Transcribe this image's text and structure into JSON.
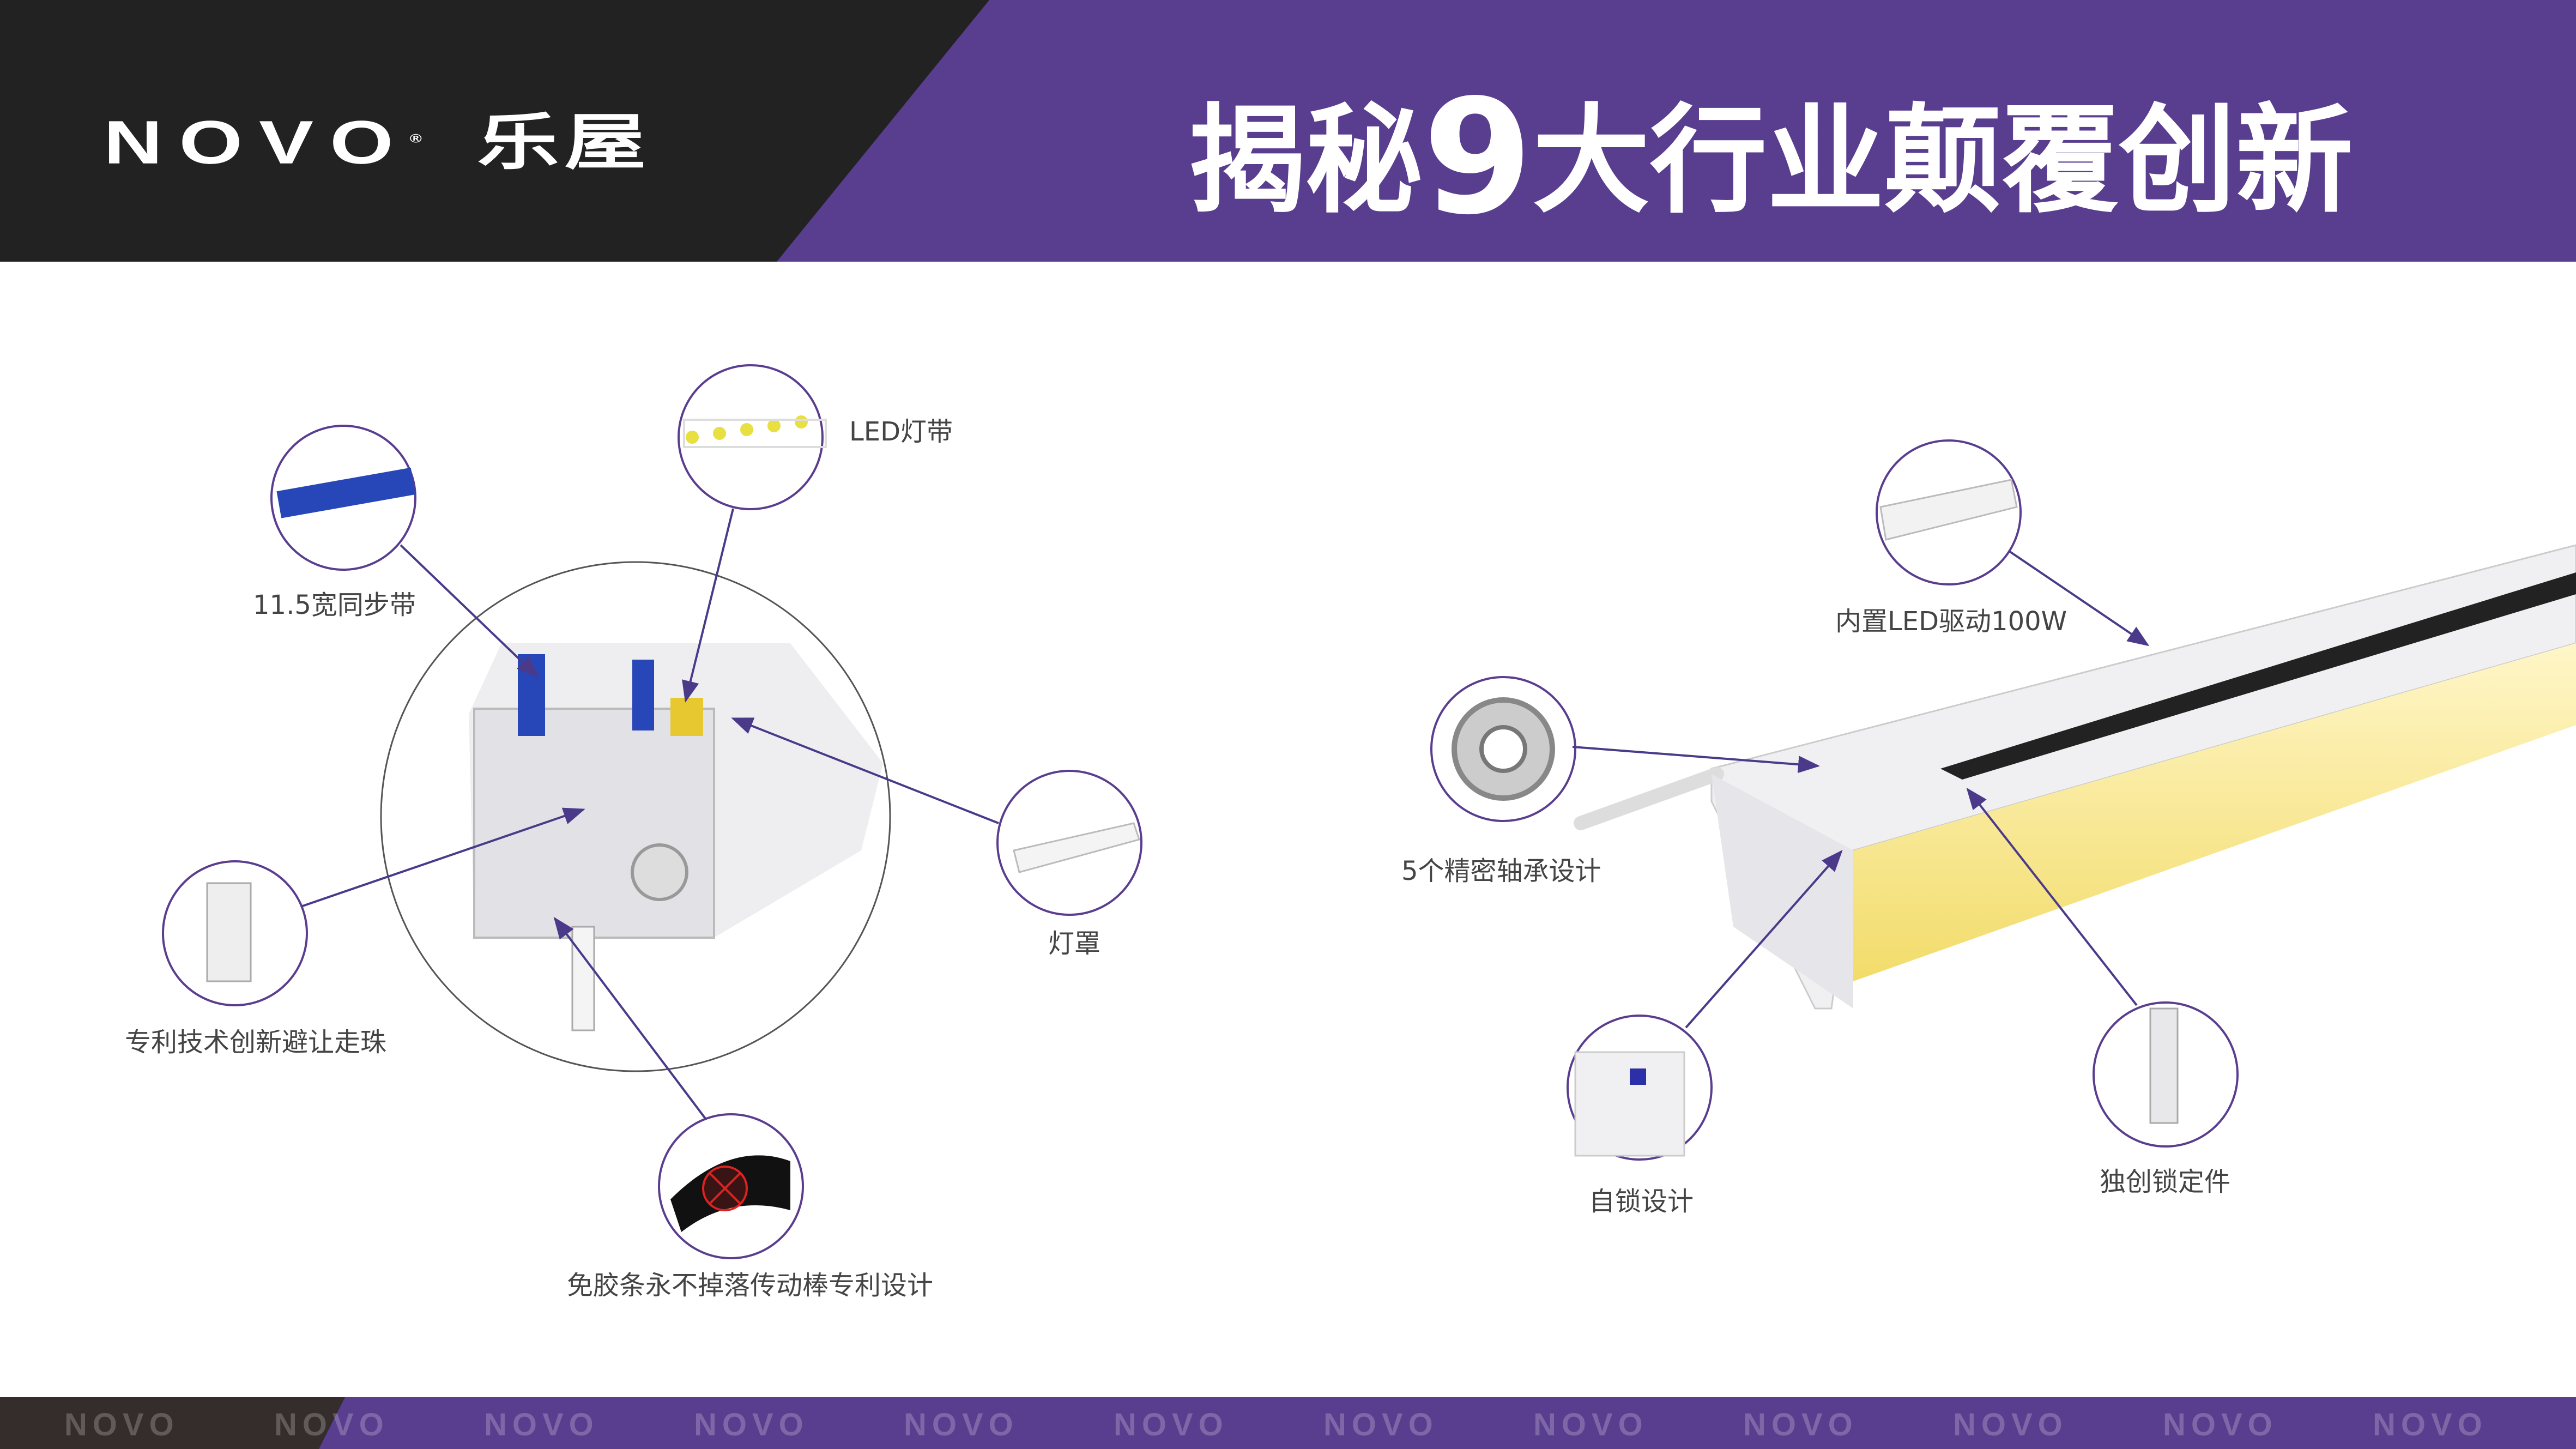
{
  "header": {
    "logo_text": "NOVO",
    "logo_cn": "乐屋",
    "title_prefix": "揭秘",
    "title_number": "9",
    "title_suffix": "大行业颠覆创新"
  },
  "colors": {
    "brand_purple": "#593d8f",
    "dark": "#222222",
    "arrow": "#4b3a8a"
  },
  "left_callouts": {
    "led_strip": "LED灯带",
    "sync_belt": "11.5宽同步带",
    "ball_avoid": "专利技术创新避让走珠",
    "drive_rod": "免胶条永不掉落传动棒专利设计",
    "lamp_cover": "灯罩"
  },
  "right_callouts": {
    "driver": "内置LED驱动100W",
    "bearings": "5个精密轴承设计",
    "self_lock": "自锁设计",
    "lock_part": "独创锁定件"
  },
  "footer": {
    "watermark": "NOVO"
  }
}
